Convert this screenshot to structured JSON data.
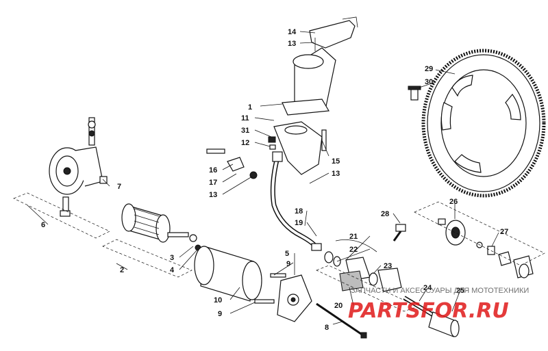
{
  "callouts": [
    "1",
    "2",
    "3",
    "4",
    "5",
    "6",
    "7",
    "8",
    "9",
    "9",
    "10",
    "11",
    "12",
    "13",
    "13",
    "13",
    "14",
    "15",
    "16",
    "17",
    "18",
    "19",
    "20",
    "21",
    "22",
    "23",
    "24",
    "25",
    "26",
    "27",
    "28",
    "29",
    "30",
    "31"
  ],
  "watermark": {
    "caption": "ЗАПЧАСТИ И АКСЕССУАРЫ ДЛЯ МОТОТЕХНИКИ",
    "logo": "PARTSFOR.RU"
  }
}
